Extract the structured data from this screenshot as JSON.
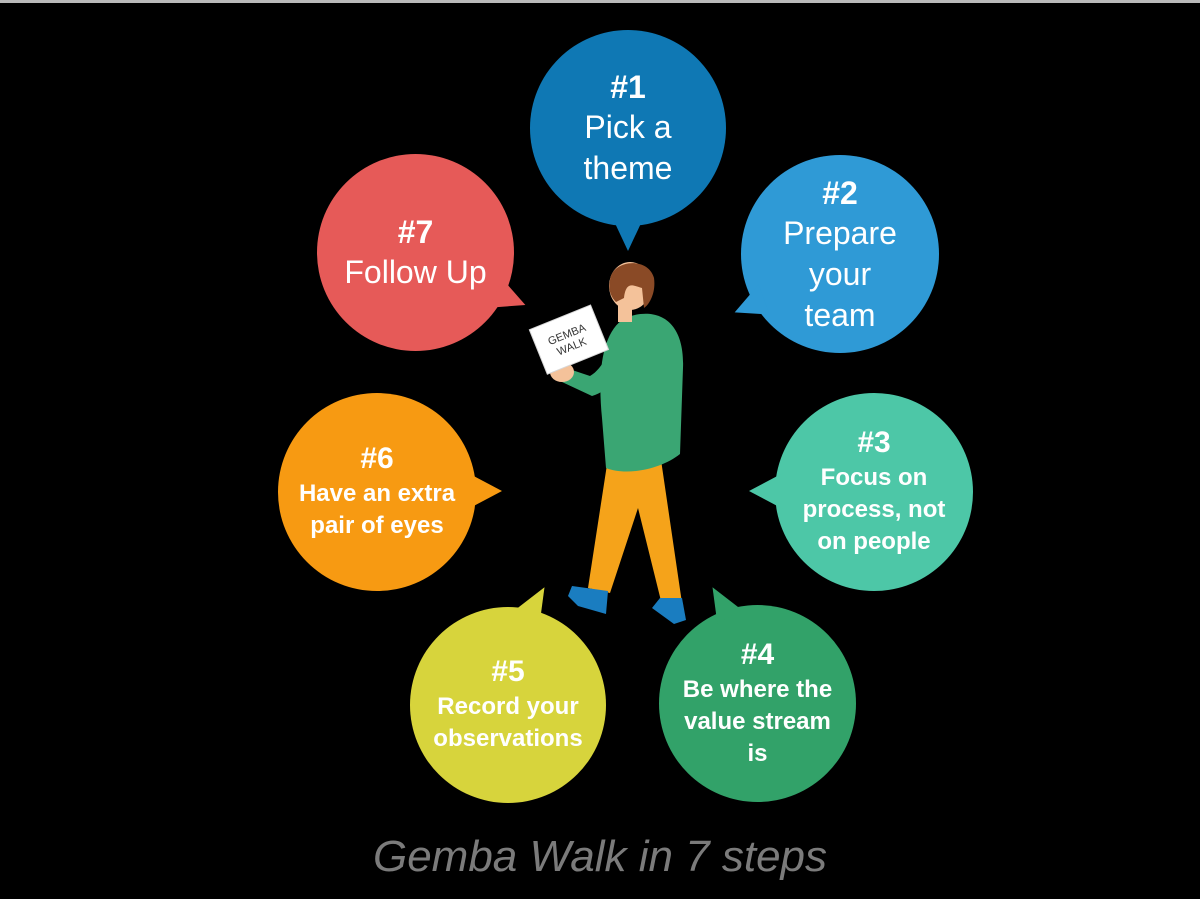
{
  "steps": [
    {
      "number": "#1",
      "text": "Pick a\ntheme",
      "color": "#0f78b4"
    },
    {
      "number": "#2",
      "text": "Prepare\nyour\nteam",
      "color": "#2f9ad6"
    },
    {
      "number": "#3",
      "text": "Focus on\nprocess, not\non people",
      "color": "#4dc7a7"
    },
    {
      "number": "#4",
      "text": "Be where the\nvalue stream\nis",
      "color": "#32a269"
    },
    {
      "number": "#5",
      "text": "Record your\nobservations",
      "color": "#d7d43c"
    },
    {
      "number": "#6",
      "text": "Have an extra\npair of eyes",
      "color": "#f79a12"
    },
    {
      "number": "#7",
      "text": "Follow Up",
      "color": "#e65a58"
    }
  ],
  "paper": {
    "line1": "GEMBA",
    "line2": "WALK"
  },
  "caption": "Gemba Walk in 7 steps"
}
